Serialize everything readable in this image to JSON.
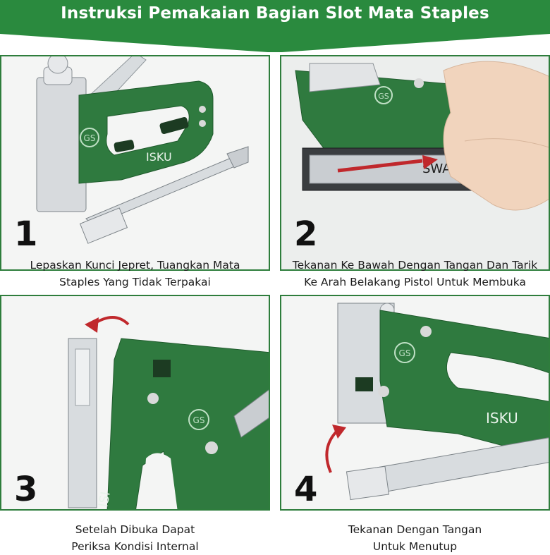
{
  "header": {
    "title": "Instruksi Pemakaian Bagian Slot Mata Staples",
    "bg_color": "#2a8a3e"
  },
  "steps": [
    {
      "number": "1",
      "caption_line1": "Lepaskan Kunci Jepret, Tuangkan Mata",
      "caption_line2": "Staples Yang Tidak Terpakai",
      "brand_text": "ISKU"
    },
    {
      "number": "2",
      "caption_line1": "Tekanan Ke Bawah Dengan Tangan Dan Tarik",
      "caption_line2": "Ke Arah Belakang Pistol Untuk Membuka",
      "rail_text": "SWAYU"
    },
    {
      "number": "3",
      "caption_line1": "Setelah Dibuka Dapat",
      "caption_line2": "Periksa Kondisi Internal",
      "brand_text": "ISI"
    },
    {
      "number": "4",
      "caption_line1": "Tekanan Dengan Tangan",
      "caption_line2": "Untuk Menutup",
      "brand_text": "ISKU"
    }
  ],
  "logo_text": "GS",
  "colors": {
    "green": "#2f7a3f",
    "dark_green": "#1f5a2c",
    "steel": "#c9cdd1",
    "arrow_red": "#c0282c"
  }
}
